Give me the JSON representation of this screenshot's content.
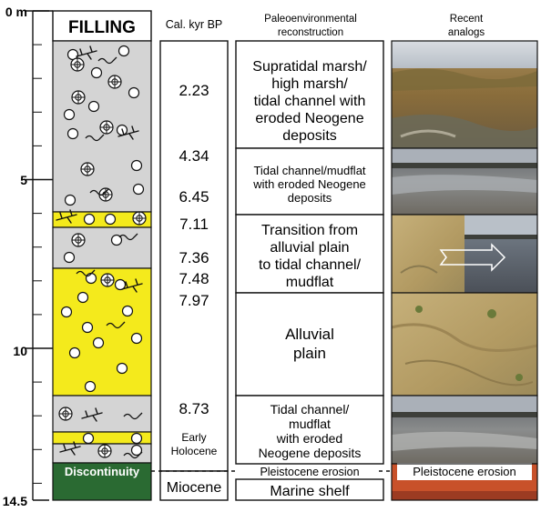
{
  "axis": {
    "ticks": [
      {
        "label": "0 m",
        "depth": 0
      },
      {
        "label": "5",
        "depth": 5
      },
      {
        "label": "10",
        "depth": 10
      },
      {
        "label": "14.5",
        "depth": 14.5
      }
    ]
  },
  "headers": {
    "filling": "FILLING",
    "ages": "Cal. kyr BP",
    "recon_line1": "Paleoenvironmental",
    "recon_line2": "reconstruction",
    "analogs_line1": "Recent",
    "analogs_line2": "analogs"
  },
  "ages": [
    "2.23",
    "4.34",
    "6.45",
    "7.11",
    "7.36",
    "7.48",
    "7.97",
    "8.73"
  ],
  "early_holocene": [
    "Early",
    "Holocene"
  ],
  "miocene": "Miocene",
  "discontinuity": "Discontinuity",
  "pleistocene_erosion": "Pleistocene erosion",
  "recon_boxes": [
    {
      "lines": [
        "Supratidal marsh/",
        "high marsh/",
        "tidal channel with",
        "eroded Neogene",
        "deposits"
      ]
    },
    {
      "lines": [
        "Tidal channel/mudflat",
        "with eroded Neogene",
        "deposits"
      ]
    },
    {
      "lines": [
        "Transition from",
        "alluvial plain",
        "to tidal channel/",
        "mudflat"
      ]
    },
    {
      "lines": [
        "Alluvial",
        "plain"
      ]
    },
    {
      "lines": [
        "Tidal channel/",
        "mudflat",
        "with eroded",
        "Neogene deposits"
      ]
    }
  ],
  "marine_shelf": "Marine shelf",
  "analog_erosion_label": "Pleistocene erosion",
  "colors": {
    "tidal_mud": "#d4d4d4",
    "alluvial_yellow": "#f4ea1c",
    "miocene_green": "#2a6a32",
    "erosion_red": "#c8512a"
  }
}
